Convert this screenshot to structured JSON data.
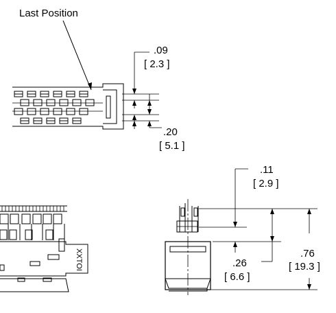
{
  "labels": {
    "last_position": "Last Position",
    "dim_pitch_in": ".09",
    "dim_pitch_mm": "[ 2.3 ]",
    "dim_row_in": ".20",
    "dim_row_mm": "[ 5.1 ]",
    "dim_top_in": ".11",
    "dim_top_mm": "[ 2.9 ]",
    "dim_mid_in": ".26",
    "dim_mid_mm": "[ 6.6 ]",
    "dim_height_in": ".76",
    "dim_height_mm": "[ 19.3 ]",
    "part_marking": "XXTOI"
  }
}
